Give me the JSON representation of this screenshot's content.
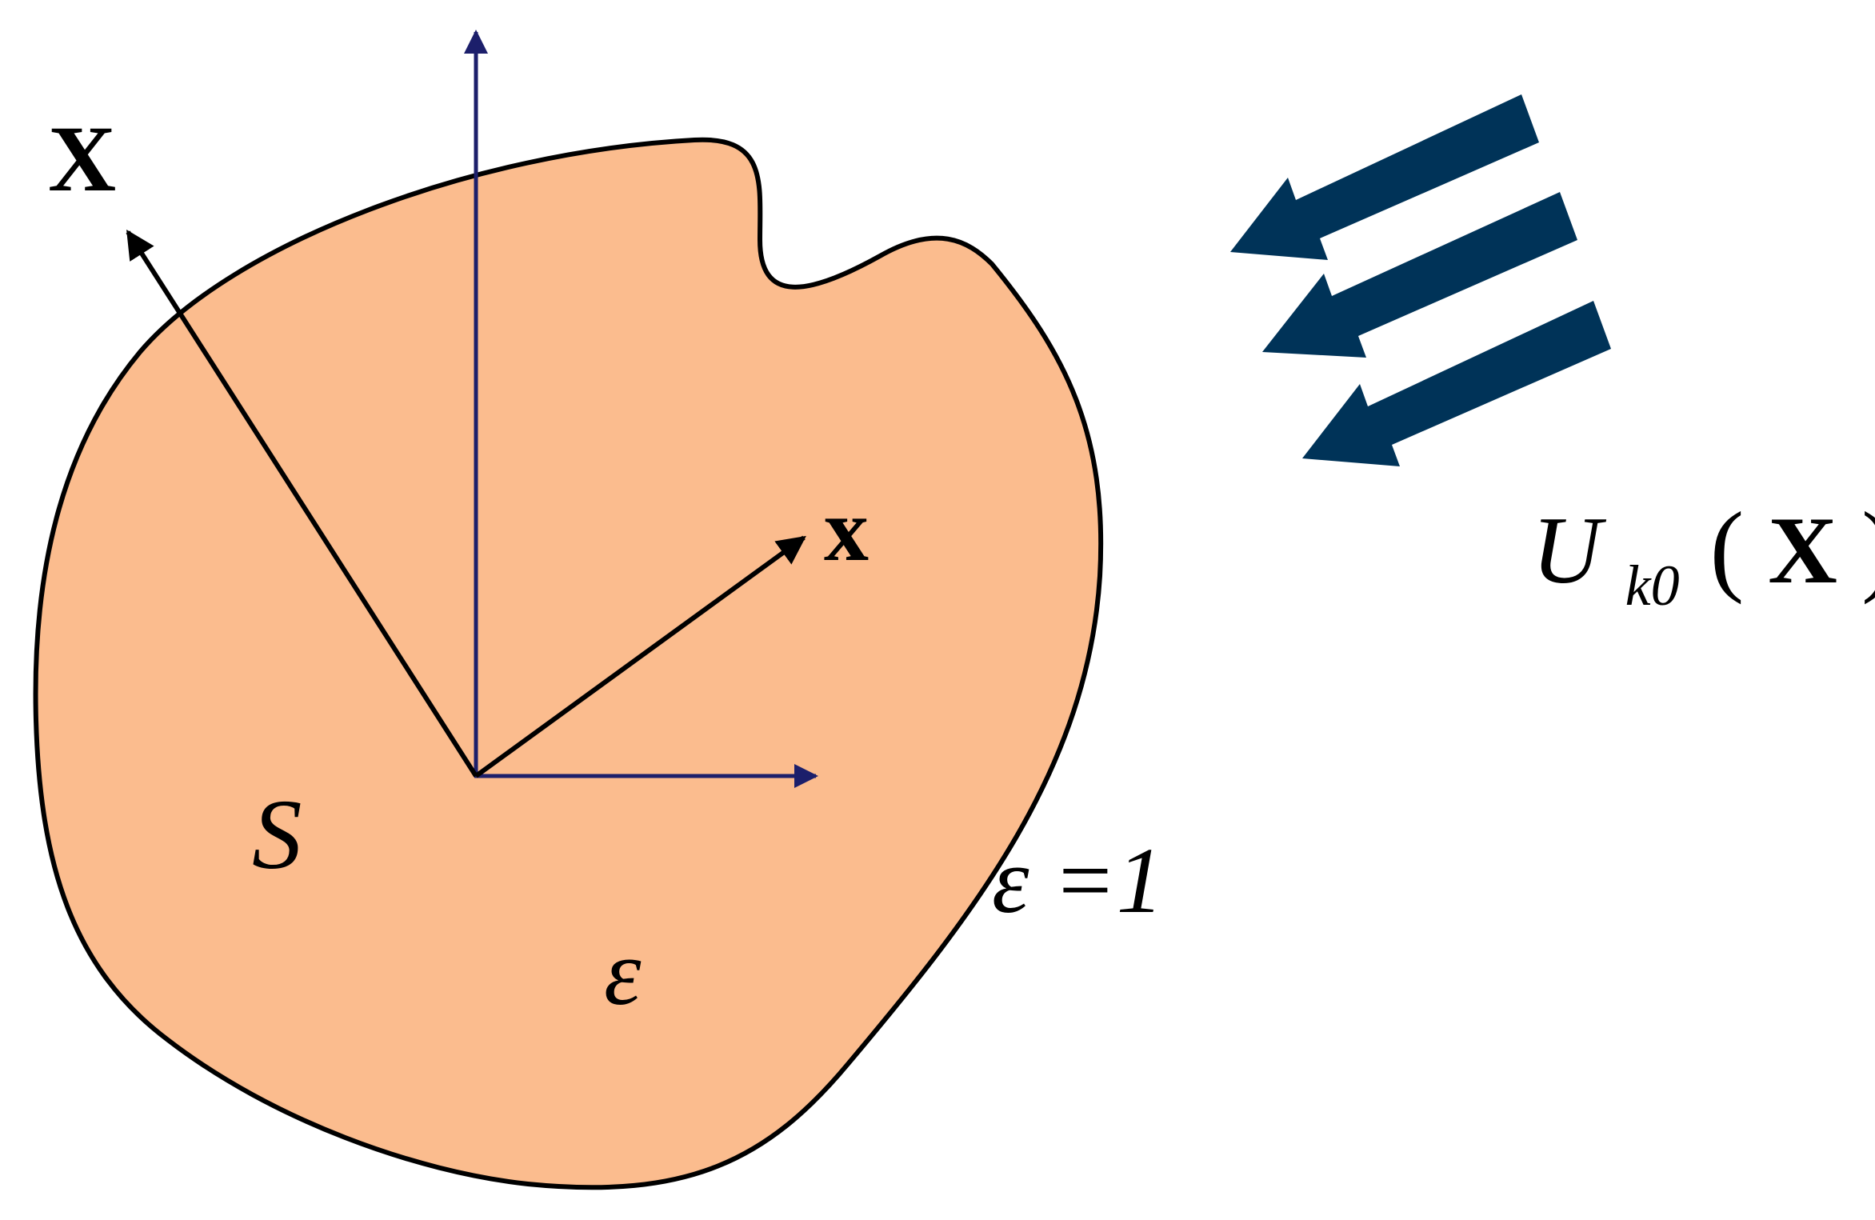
{
  "labels": {
    "global_axis": "X",
    "local_axis": "x",
    "body": "S",
    "permittivity_inside": "ε",
    "permittivity_outside": "ε =1",
    "wave": {
      "symbol": "U",
      "subscript": "k0",
      "open_paren": "(",
      "argument": "X",
      "close_paren": ")"
    }
  },
  "colors": {
    "body_fill": "#FBBC8E",
    "body_outline": "#000000",
    "axis_navy": "#1C1F6B",
    "axis_black": "#000000",
    "wave_arrow": "#003358",
    "text": "#000000"
  },
  "icons": {
    "incident_wave": "thick-left-down-arrows"
  }
}
